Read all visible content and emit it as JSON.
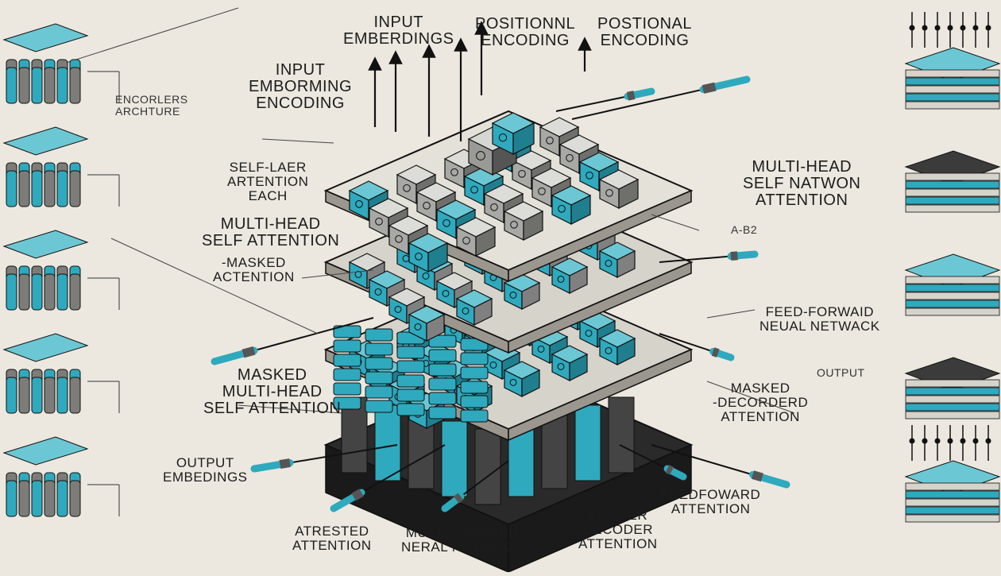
{
  "colors": {
    "background": "#ece8df",
    "cyan": "#2fa9bd",
    "cyan_light": "#6cc7d4",
    "cube_light": "#c9c9c6",
    "ink": "#1c1c1c"
  },
  "labels": {
    "input_embeddings": "INPUT\nEMBERDINGS",
    "positional_1": "POSITIONNL\nENCODING",
    "positional_2": "POSTIONAL\nENCODING",
    "input_embedding_encoding": "INPUT\nEMBORMING\nENCODING",
    "encoders_arch": "ENCORLERS\nARCHTURE",
    "self_attention_each": "SELF-LAER\nARTENTION\nEACH",
    "multihead_self_attention_left": "MULTI-HEAD\nSELF ATTENTION",
    "masked_attention": "-MASKED\nACTENTION",
    "multihead_self_attention_right": "MULTI-HEAD\nSELF NATWON\nATTENTION",
    "a_b2": "A-B2",
    "feed_forward": "FEED-FORWAID\nNEUAL NETWACK",
    "output": "OUTPUT",
    "masked_multihead": "MASKED\nMULTI-HEAD\nSELF ATTENTION",
    "masked_decorded": "MASKED\n-DECORDERD\nATTENTION",
    "output_embeddings": "OUTPUT\nEMBEDINGS",
    "feedfoward_attention": "FEEDFOWARD\nATTENTION",
    "attested_attention": "ATRESTED\nATTENTION",
    "mult_forward": "MULT-FORWARD\nNERAL NETWOCK",
    "ender_decoder": "ENDDER\nDECODER\nATTENTION"
  }
}
